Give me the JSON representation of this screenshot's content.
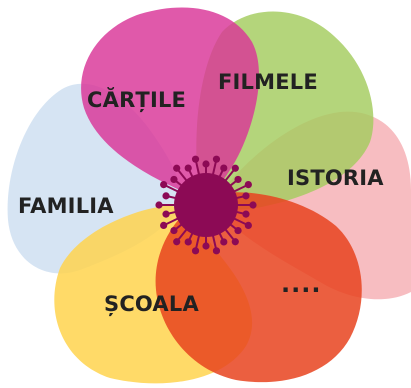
{
  "petals": [
    {
      "id": "familia",
      "label": "FAMILIA",
      "color": "#c5d9ee"
    },
    {
      "id": "cartile",
      "label": "CĂRȚILE",
      "color": "#d93597"
    },
    {
      "id": "filmele",
      "label": "FILMELE",
      "color": "#a3cc5e"
    },
    {
      "id": "istoria",
      "label": "ISTORIA",
      "color": "#f6b1b6"
    },
    {
      "id": "scoala",
      "label": "ȘCOALA",
      "color": "#ffd44d"
    },
    {
      "id": "more",
      "label": "....",
      "color": "#e8431f"
    }
  ],
  "center": {
    "color": "#8c0a55"
  }
}
